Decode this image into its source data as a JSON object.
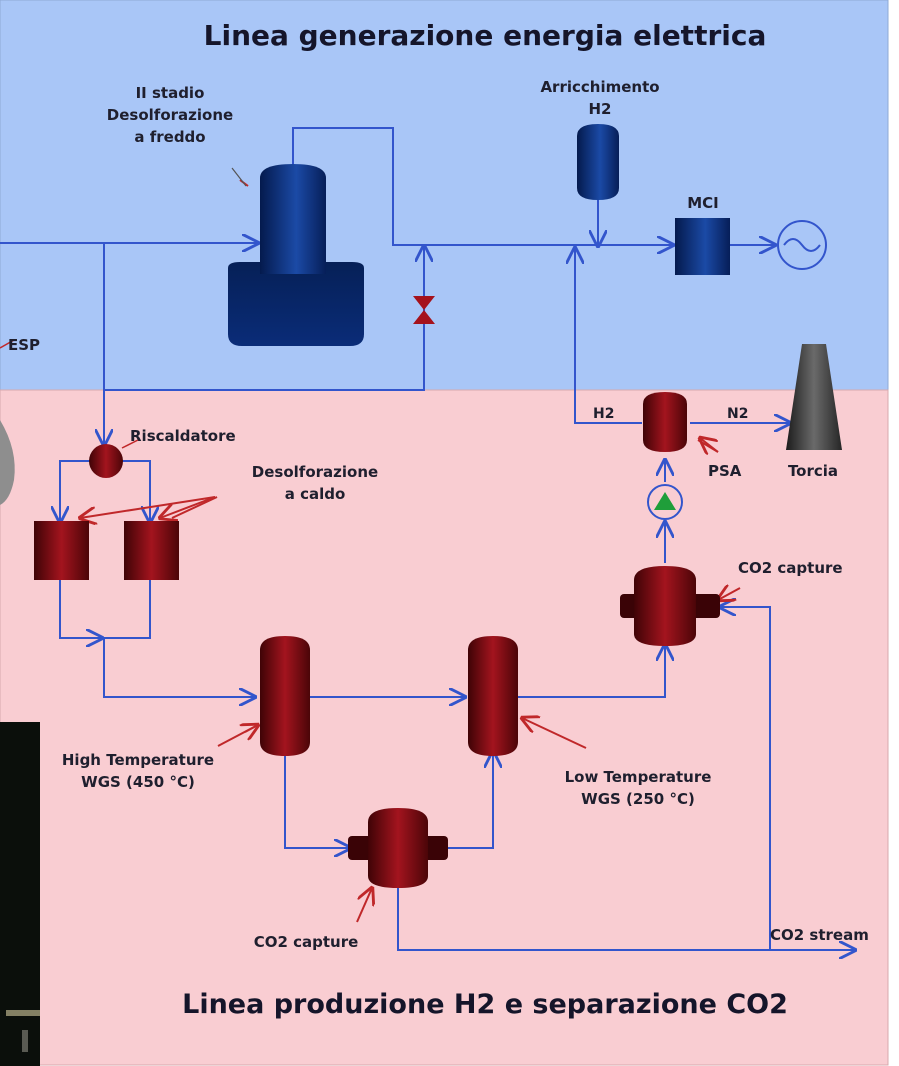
{
  "top_section": {
    "title": "Linea generazione energia elettrica",
    "stage2_label": [
      "II stadio",
      "Desolforazione",
      "a freddo"
    ],
    "enrichment_label": [
      "Arricchimento",
      "H2"
    ],
    "engine_label": "MCI",
    "esp_label": "ESP"
  },
  "bottom_section": {
    "title": "Linea produzione H2 e separazione CO2",
    "heater_label": "Riscaldatore",
    "hot_desulf_label": [
      "Desolforazione",
      "a caldo"
    ],
    "h2_label": "H2",
    "n2_label": "N2",
    "psa_label": "PSA",
    "flare_label": "Torcia",
    "co2_capture_top_label": "CO2 capture",
    "ht_wgs_label": [
      "High Temperature",
      "WGS (450 °C)"
    ],
    "lt_wgs_label": [
      "Low Temperature",
      "WGS (250 °C)"
    ],
    "co2_capture_bottom_label": "CO2 capture",
    "co2_stream_label": "CO2 stream"
  },
  "colors": {
    "top_background": "#a9c6f7",
    "bottom_background": "#f9cdd2",
    "flow_line": "#3355cc",
    "annotation_arrow": "#c0282a",
    "blue_equipment": "#0c2f7a",
    "red_equipment": "#6e0b12"
  }
}
